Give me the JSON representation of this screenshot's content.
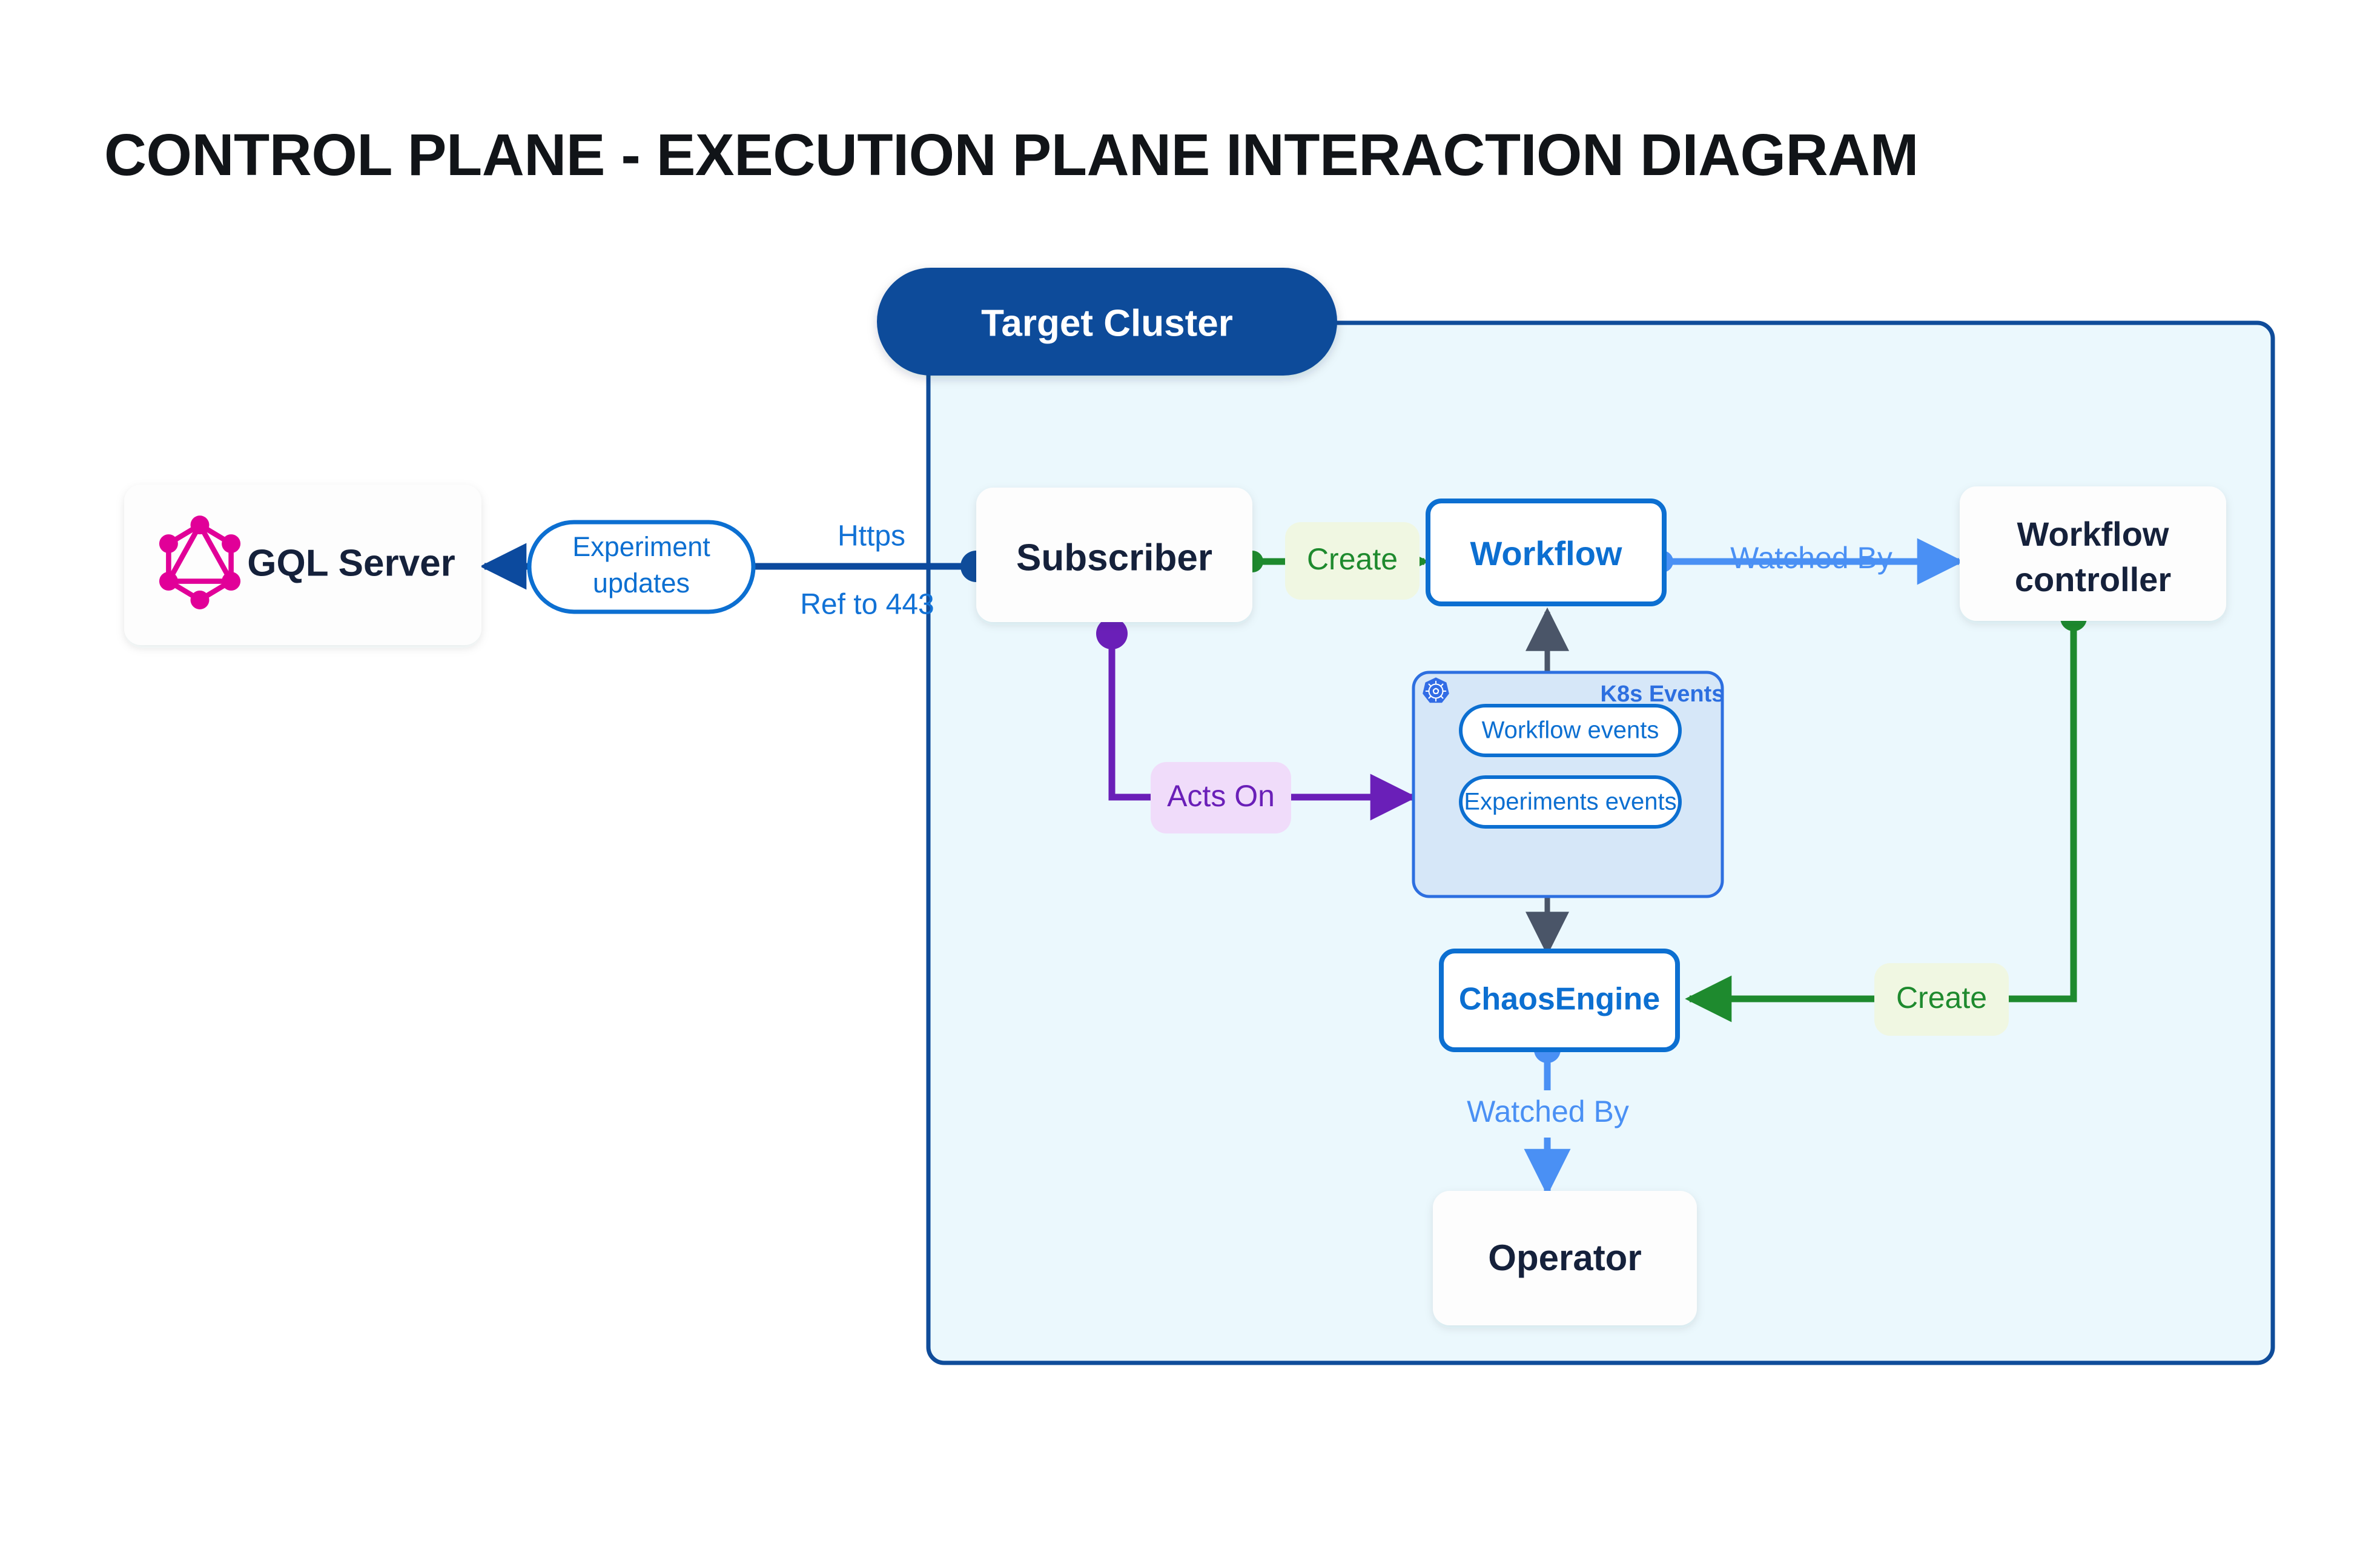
{
  "page": {
    "title": "CONTROL PLANE - EXECUTION PLANE INTERACTION DIAGRAM",
    "background": "#ffffff"
  },
  "colors": {
    "title": "#111418",
    "dark_navy_text": "#15213B",
    "brand_dark_blue": "#0F4C9A",
    "link_blue": "#0C6FD1",
    "light_blue": "#4A90F4",
    "k8s_blue": "#326CE5",
    "k8s_panel_fill": "#D6E7F8",
    "k8s_panel_border": "#2D6FE0",
    "cluster_fill": "#EBF8FD",
    "cluster_border": "#0F4C9A",
    "green": "#1E8A2E",
    "green_pill_bg": "#F0F7E2",
    "purple": "#6A1FB8",
    "purple_pill_bg": "#F0DCFA",
    "gray_connector": "#4A5568",
    "graphql_pink": "#E10098",
    "card_white": "#FDFDFD"
  },
  "cluster": {
    "badge_label": "Target Cluster",
    "badge_text_color": "#FFFFFF"
  },
  "nodes": {
    "gql_server": {
      "label": "GQL Server",
      "icon": "graphql-icon",
      "style": "card"
    },
    "subscriber": {
      "label": "Subscriber",
      "style": "card"
    },
    "workflow": {
      "label": "Workflow",
      "style": "outlined-blue"
    },
    "workflow_controller": {
      "label": "Workflow controller",
      "label_line1": "Workflow",
      "label_line2": "controller",
      "style": "card"
    },
    "chaos_engine": {
      "label": "ChaosEngine",
      "style": "outlined-blue"
    },
    "operator": {
      "label": "Operator",
      "style": "card"
    }
  },
  "k8s_panel": {
    "title": "K8s Events",
    "icon": "kubernetes-icon",
    "items": [
      {
        "label": "Workflow events"
      },
      {
        "label": "Experiments events"
      }
    ]
  },
  "edges": [
    {
      "id": "experiment-updates",
      "label": "Experiment updates",
      "label_line1": "Experiment",
      "label_line2": "updates",
      "color": "#0C6FD1",
      "style": "pill-outline",
      "from": "subscriber",
      "to": "gql_server"
    },
    {
      "id": "https",
      "label": "Https",
      "color": "#0C6FD1",
      "style": "plain"
    },
    {
      "id": "ref-to-443",
      "label": "Ref to 443",
      "color": "#0C6FD1",
      "style": "plain"
    },
    {
      "id": "subscriber-create-workflow",
      "label": "Create",
      "color": "#1E8A2E",
      "style": "pill-green",
      "from": "subscriber",
      "to": "workflow"
    },
    {
      "id": "workflow-watched-by-controller",
      "label": "Watched By",
      "color": "#4A90F4",
      "style": "plain",
      "from": "workflow",
      "to": "workflow_controller"
    },
    {
      "id": "subscriber-acts-on-events",
      "label": "Acts On",
      "color": "#6A1FB8",
      "style": "pill-purple",
      "from": "subscriber",
      "to": "k8s_panel"
    },
    {
      "id": "controller-create-chaosengine",
      "label": "Create",
      "color": "#1E8A2E",
      "style": "pill-green",
      "from": "workflow_controller",
      "to": "chaos_engine"
    },
    {
      "id": "chaosengine-watched-by-operator",
      "label": "Watched By",
      "color": "#4A90F4",
      "style": "plain",
      "from": "chaos_engine",
      "to": "operator"
    }
  ]
}
